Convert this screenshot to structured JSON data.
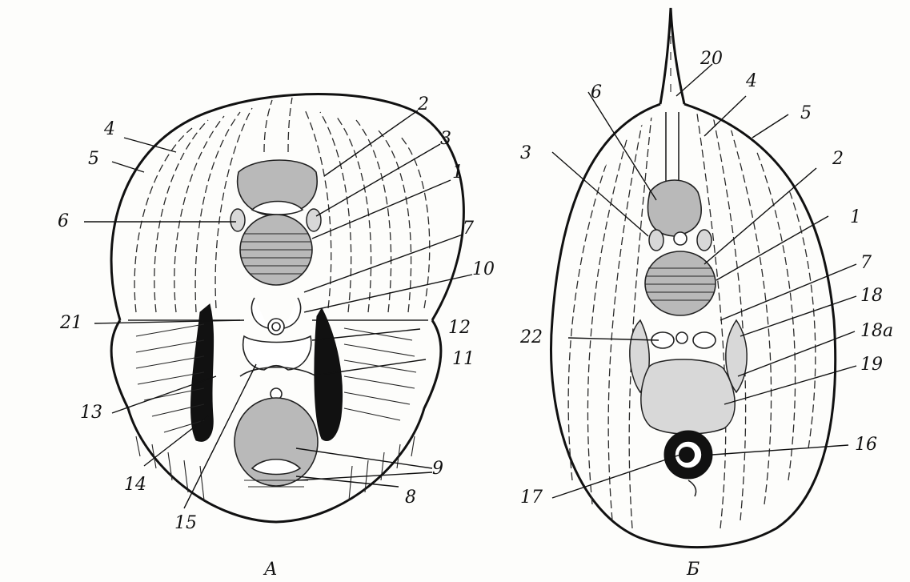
{
  "figure": {
    "captions": {
      "left": "А",
      "right": "Б"
    },
    "left_labels": [
      "1",
      "2",
      "3",
      "4",
      "5",
      "6",
      "7",
      "8",
      "9",
      "10",
      "11",
      "12",
      "13",
      "14",
      "15",
      "21"
    ],
    "right_labels": [
      "1",
      "2",
      "3",
      "4",
      "5",
      "6",
      "7",
      "16",
      "17",
      "18",
      "18a",
      "19",
      "20",
      "22"
    ]
  }
}
